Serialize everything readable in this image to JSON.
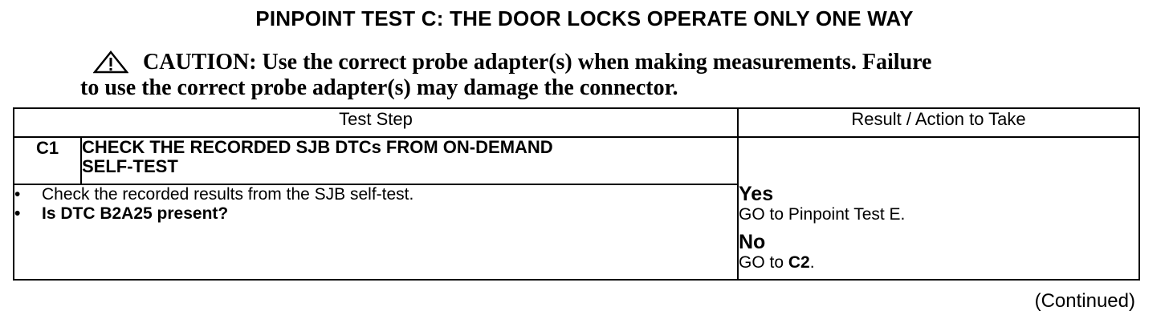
{
  "title": "PINPOINT TEST  C: THE DOOR LOCKS OPERATE ONLY ONE WAY",
  "caution": {
    "icon": "warning-triangle-icon",
    "line1": "CAUTION: Use the correct probe adapter(s) when making measurements. Failure",
    "line2": "to use the correct probe adapter(s) may damage the connector."
  },
  "table": {
    "headers": [
      "Test Step",
      "Result / Action to Take"
    ],
    "step": {
      "id": "C1",
      "title_line1": "CHECK THE RECORDED SJB DTCs FROM ON-DEMAND",
      "title_line2": "SELF-TEST",
      "actions": [
        "Check the recorded results from the SJB self-test.",
        "Is DTC B2A25 present?"
      ],
      "bullet": "•",
      "results": {
        "yes_label": "Yes",
        "yes_text": "GO to Pinpoint Test E.",
        "no_label": "No",
        "no_text_prefix": "GO to ",
        "no_text_target": "C2",
        "no_text_suffix": "."
      }
    }
  },
  "footer": {
    "continued": "(Continued)"
  }
}
